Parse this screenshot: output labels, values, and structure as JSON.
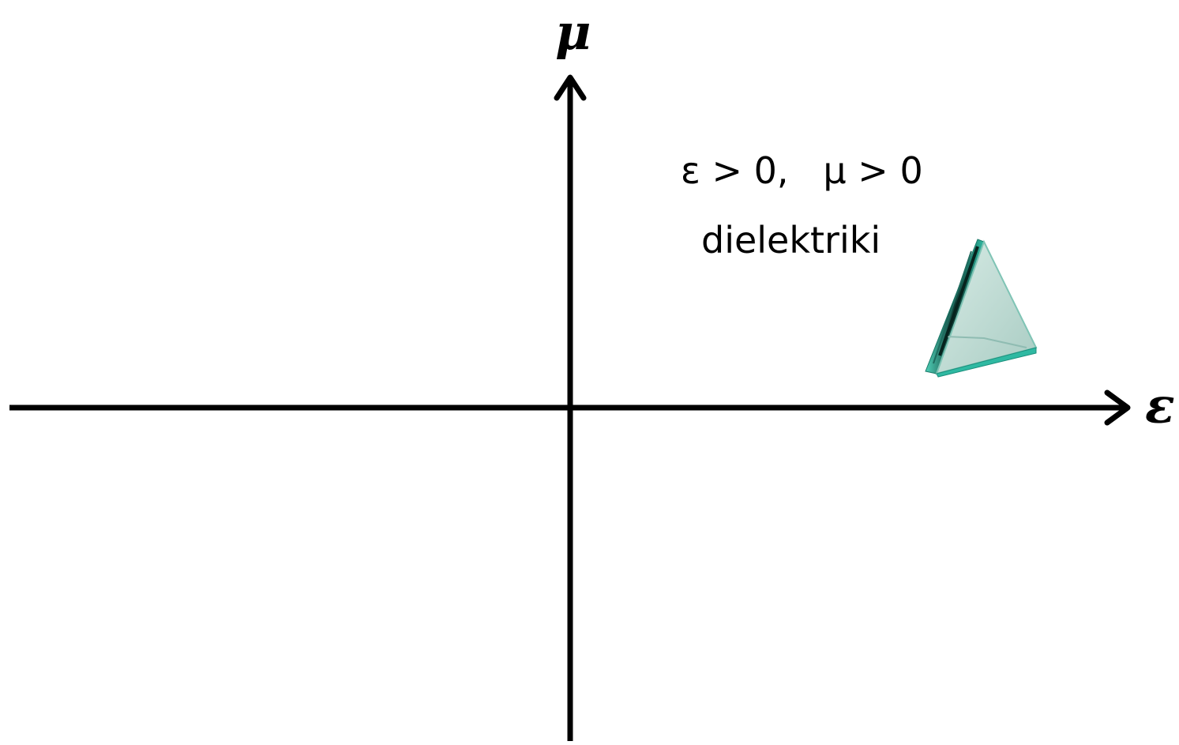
{
  "axes": {
    "x_label": "ε",
    "y_label": "μ"
  },
  "quadrant_1": {
    "condition": "ε > 0,   μ > 0",
    "name": "dielektriki",
    "image": "glass-prism"
  },
  "colors": {
    "axis": "#000000",
    "background": "#ffffff",
    "prism_face": "#b9d8d0",
    "prism_edge": "#2fb9a2",
    "prism_dark": "#0e3b33"
  }
}
